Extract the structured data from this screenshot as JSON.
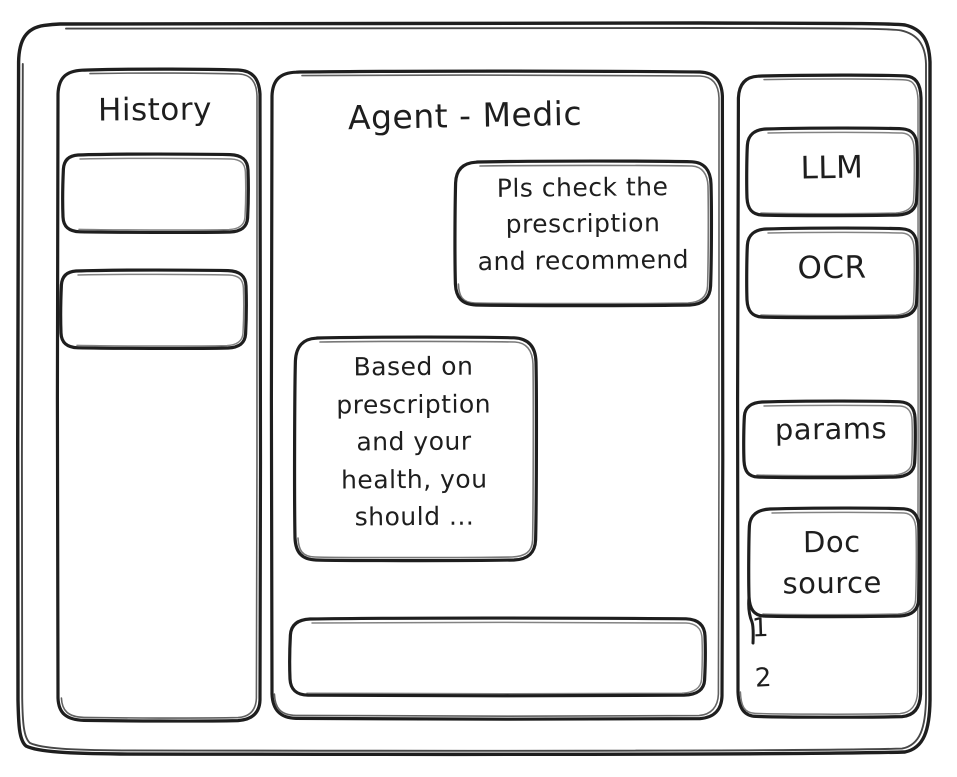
{
  "window": {
    "name": "agent-ui-wireframe"
  },
  "sidebar_left": {
    "title": "History",
    "items": [
      {
        "label": "",
        "name": "history-item-1"
      },
      {
        "label": "",
        "name": "history-item-2"
      }
    ]
  },
  "main": {
    "title": "Agent - Medic",
    "messages": [
      {
        "role": "user",
        "text": "Pls check the\nprescription\nand recommend"
      },
      {
        "role": "agent",
        "text": "Based on\nprescription\nand your\nhealth, you\nshould ..."
      }
    ],
    "composer": {
      "value": "",
      "placeholder": ""
    }
  },
  "sidebar_right": {
    "cards": [
      {
        "label": "LLM",
        "name": "llm-card"
      },
      {
        "label": "OCR",
        "name": "ocr-card"
      },
      {
        "label": "params",
        "name": "params-card"
      },
      {
        "label": "Doc\nsource",
        "name": "doc-source-card"
      }
    ],
    "list": [
      {
        "label": "1",
        "name": "doc-source-item-1"
      },
      {
        "label": "2",
        "name": "doc-source-item-2"
      }
    ]
  },
  "colors": {
    "stroke": "#1e1e1e",
    "background": "#ffffff"
  }
}
